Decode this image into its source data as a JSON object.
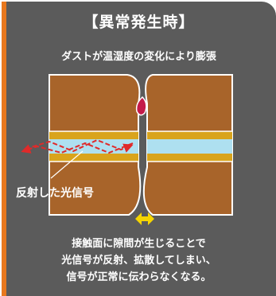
{
  "title": "【異常発生時】",
  "dust_label": "ダストが温湿度の変化により膨張",
  "reflection_label": "反射した光信号",
  "caption": {
    "line1": "接触面に隙間が生じることで",
    "line2": "光信号が反射、拡散してしまい、",
    "line3": "信号が正常に伝わらなくなる。"
  },
  "colors": {
    "panel_background": "#5b5b5b",
    "accent_bar": "#e8781e",
    "ferrule": "#a8642a",
    "cladding": "#d9a41c",
    "fiber_core": "#aee0f0",
    "dust": "#c41a4a",
    "reflected_signal": "#e02a2a",
    "gap_arrow": "#f6d500",
    "text": "#ffffff"
  }
}
